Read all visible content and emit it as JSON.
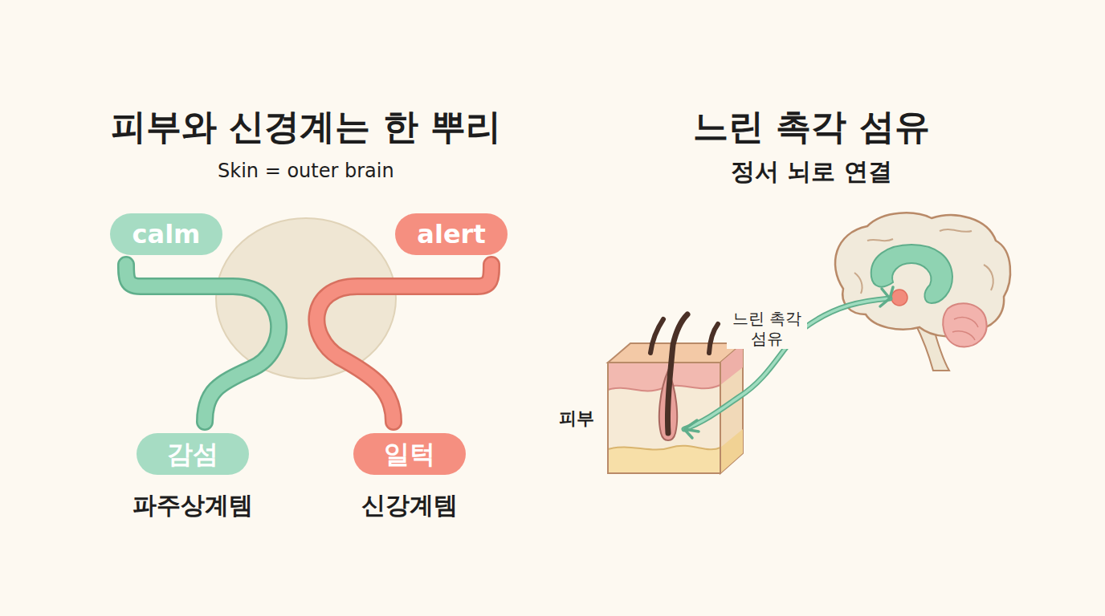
{
  "diagram": {
    "title": "피부와 신경계는 한 뿌리",
    "nodes": [
      {
        "text": [
          "calm"
        ]
      },
      {
        "text": [
          "alert"
        ]
      },
      {
        "text": [
          "감섬",
          "파주상계템"
        ]
      },
      {
        "text": [
          "일턱",
          "신강계템"
        ]
      }
    ],
    "edges": [
      {
        "from": 0,
        "to": 2,
        "arrow": "none"
      },
      {
        "from": 1,
        "to": 3,
        "arrow": "none"
      }
    ],
    "labels": [
      "Skin = outer brain",
      "느린 촉각 섬유",
      "정서 뇌로 연결",
      "느린 촉각 섬유",
      "피부"
    ]
  }
}
